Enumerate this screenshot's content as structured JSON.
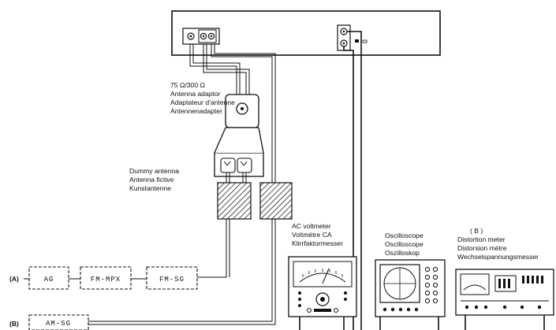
{
  "labels": {
    "adaptor": [
      "75 Ω/300 Ω",
      "Antenna adaptor",
      "Adaptateur d'antenne",
      "Antennenadapter"
    ],
    "dummy": [
      "Dummy antenna",
      "Antenna fictive",
      "Kunstantenne"
    ],
    "voltmeter": [
      "AC voltmeter",
      "Voltmètre CA",
      "Klirrfaktormesser"
    ],
    "oscilloscope": [
      "Oscilloscope",
      "Oscilloscope",
      "Oszilloskop"
    ],
    "distortion_tag": "( B )",
    "distortion": [
      "Distortion meter",
      "Distorsion mètre",
      "Wechselspannungsmesser"
    ]
  },
  "generators": {
    "row_a_tag": "(A)",
    "row_b_tag": "(B)",
    "ag": "AG",
    "fm_mpx": "FM-MPX",
    "fm_sg": "FM-SG",
    "am_sg": "AM-SG"
  }
}
